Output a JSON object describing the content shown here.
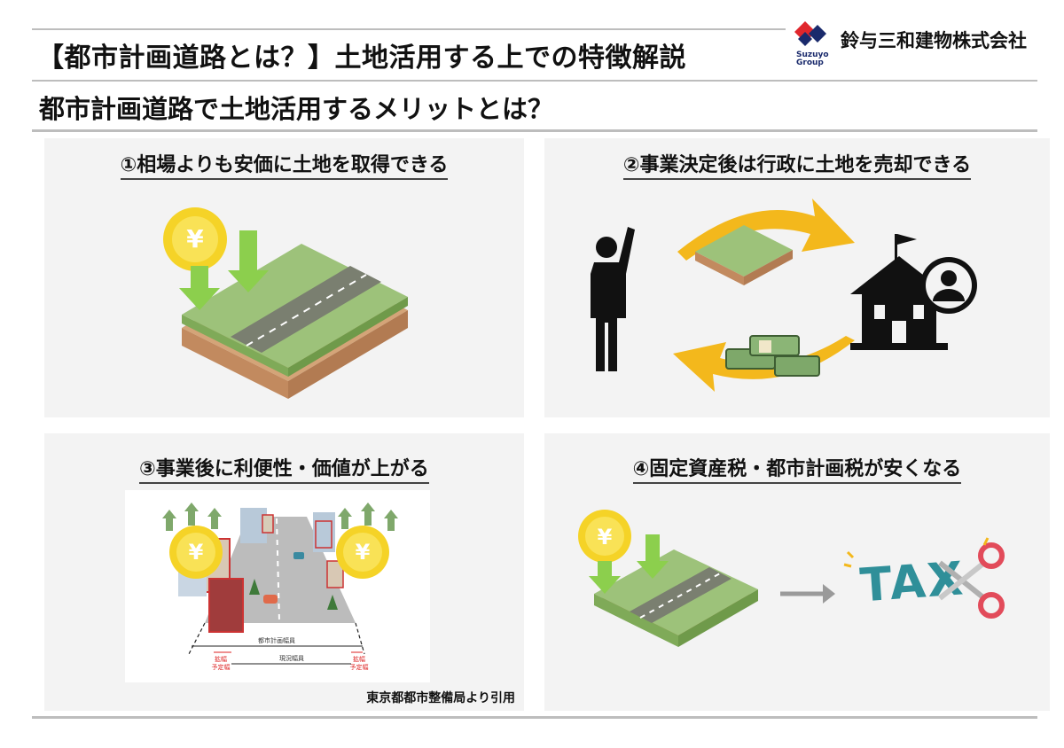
{
  "header": {
    "title": "【都市計画道路とは？】土地活用する上での特徴解説",
    "subtitle": "都市計画道路で土地活用するメリットとは？"
  },
  "logo": {
    "company": "鈴与三和建物株式会社",
    "sub_line1": "Suzuyo",
    "sub_line2": "Group"
  },
  "panels": [
    {
      "heading": "①相場よりも安価に土地を取得できる"
    },
    {
      "heading": "②事業決定後は行政に土地を売却できる"
    },
    {
      "heading": "③事業後に利便性・価値が上がる"
    },
    {
      "heading": "④固定資産税・都市計画税が安くなる"
    }
  ],
  "diagram": {
    "label_planned_width": "都市計画幅員",
    "label_current_width": "現況幅員",
    "label_left": [
      "拡幅",
      "予定幅"
    ],
    "label_right": [
      "拡幅",
      "予定幅"
    ],
    "source": "東京都都市整備局より引用"
  },
  "symbols": {
    "yen": "¥",
    "tax": "TAX"
  },
  "colors": {
    "coin": "#f5d327",
    "arrow_green": "#8ccf4d",
    "cycle_yellow": "#f3b81c",
    "logo_red": "#e0262c",
    "logo_navy": "#1a2a6c"
  }
}
